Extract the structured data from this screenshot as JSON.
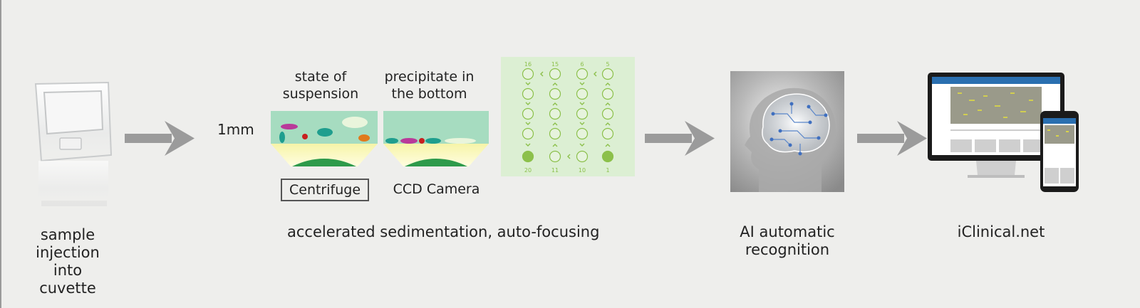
{
  "steps": {
    "cuvette": {
      "caption_line1": "sample",
      "caption_line2": "injection into",
      "caption_line3": "cuvette"
    },
    "sedimentation": {
      "scale_label": "1mm",
      "state1_line1": "state of",
      "state1_line2": "suspension",
      "state2_line1": "precipitate in",
      "state2_line2": "the bottom",
      "device1": "Centrifuge",
      "device2": "CCD Camera",
      "caption": "accelerated sedimentation, auto-focusing",
      "grid_columns": [
        {
          "top": "16",
          "bottom": "20"
        },
        {
          "top": "15",
          "bottom": "11"
        },
        {
          "top": "6",
          "bottom": "10"
        },
        {
          "top": "5",
          "bottom": "1"
        }
      ]
    },
    "ai": {
      "caption_line1": "AI automatic",
      "caption_line2": "recognition"
    },
    "platform": {
      "caption": "iClinical.net"
    }
  },
  "colors": {
    "arrow": "#9b9b9b",
    "liquid": "#a6dcc0",
    "grid_bg": "#dcefd3",
    "grid_accent": "#8cc04b"
  }
}
